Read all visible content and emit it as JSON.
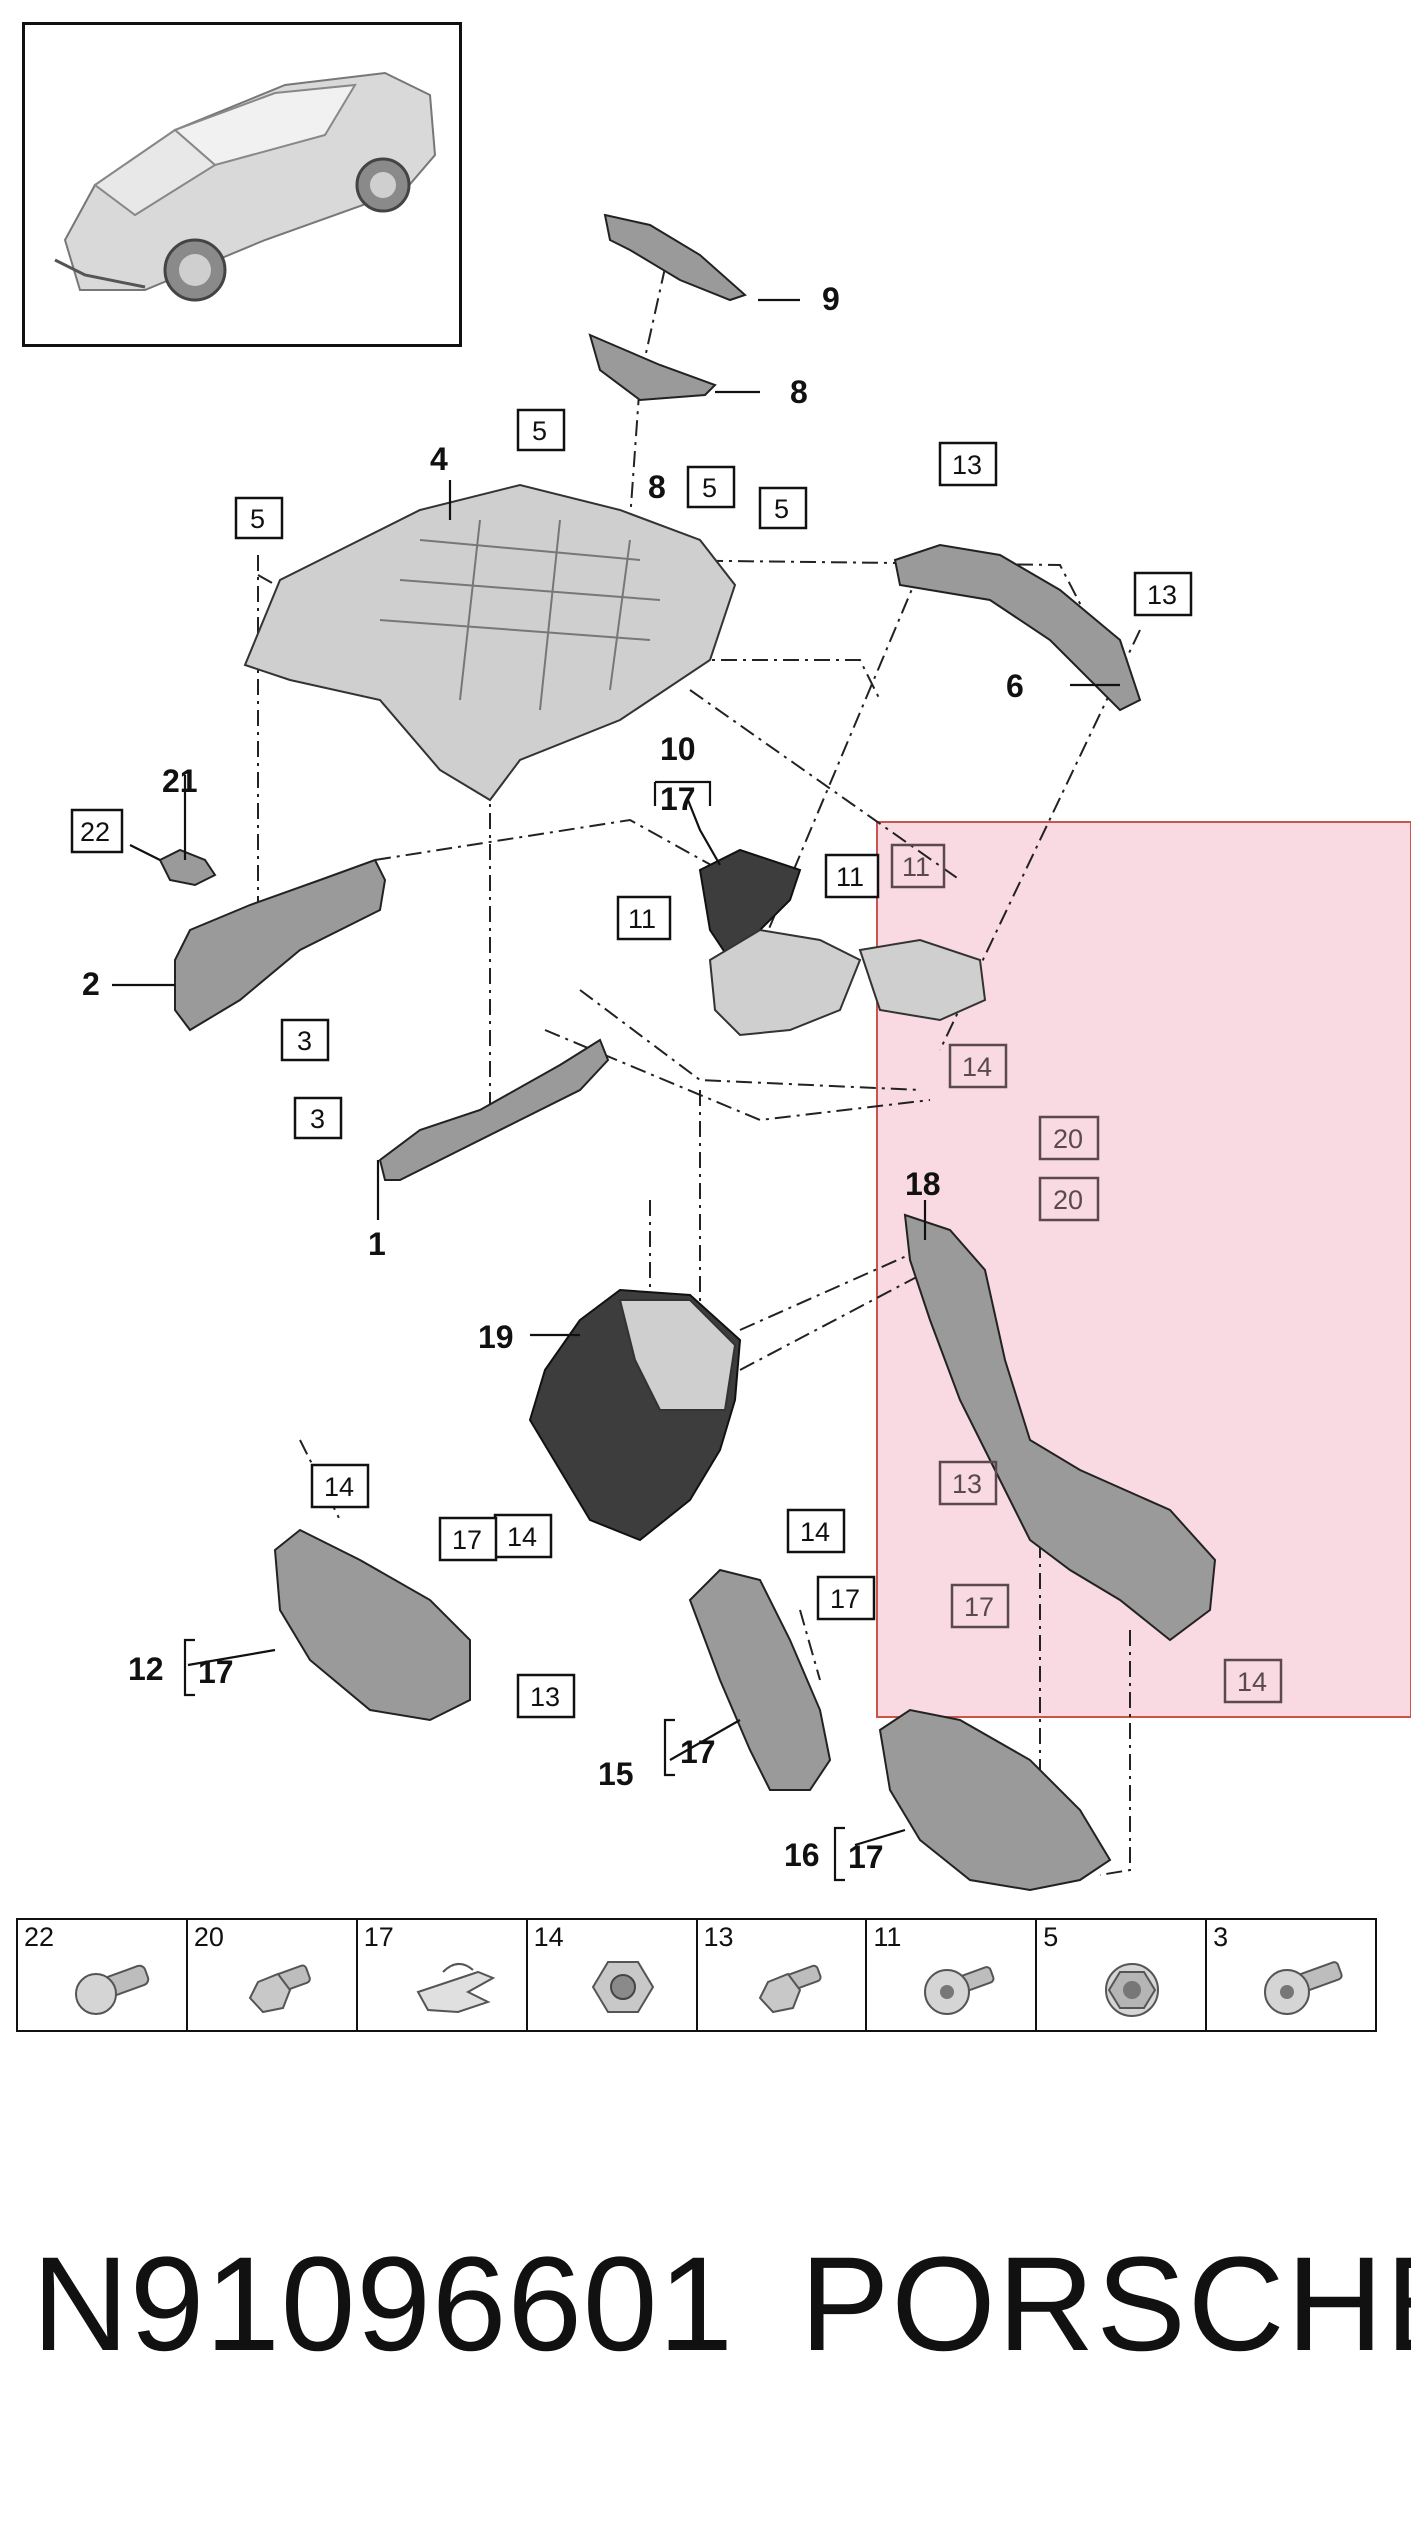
{
  "diagram": {
    "callouts": {
      "c1": "1",
      "c2": "2",
      "c4": "4",
      "c6": "6",
      "c8a": "8",
      "c8b": "8",
      "c9": "9",
      "c10": "10",
      "c12": "12",
      "c15": "15",
      "c16": "16",
      "c18": "18",
      "c19": "19",
      "c21": "21"
    },
    "boxed": {
      "b5a": "5",
      "b5b": "5",
      "b5c": "5",
      "b5d": "5",
      "b13a": "13",
      "b13b": "13",
      "b13c": "13",
      "b13d": "13",
      "b22": "22",
      "b3a": "3",
      "b3b": "3",
      "b11a": "11",
      "b11b": "11",
      "b11c": "11",
      "b14a": "14",
      "b14b": "14",
      "b14c": "14",
      "b14d": "14",
      "b14e": "14",
      "b17a": "17",
      "b17b": "17",
      "b17c": "17",
      "b20a": "20",
      "b20b": "20"
    },
    "brackets": {
      "k10": "17",
      "k12": "17",
      "k15": "17",
      "k16": "17"
    },
    "highlight_color": "#f9c9d6"
  },
  "fasteners": [
    {
      "label": "22",
      "icon": "bolt-flange-icon"
    },
    {
      "label": "20",
      "icon": "hex-bolt-icon"
    },
    {
      "label": "17",
      "icon": "spring-clip-icon"
    },
    {
      "label": "14",
      "icon": "hex-nut-icon"
    },
    {
      "label": "13",
      "icon": "hex-bolt-icon"
    },
    {
      "label": "11",
      "icon": "torx-bolt-icon"
    },
    {
      "label": "5",
      "icon": "hex-nut-washer-icon"
    },
    {
      "label": "3",
      "icon": "torx-screw-icon"
    }
  ],
  "footer": {
    "part_number": "N91096601",
    "brand": "PORSCHE"
  }
}
